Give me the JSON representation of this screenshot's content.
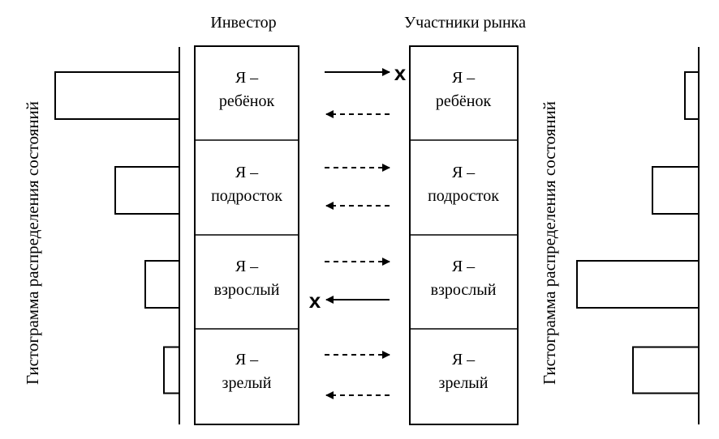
{
  "headers": {
    "investor": "Инвестор",
    "market": "Участники рынка"
  },
  "histogram_label_left": "Гистограмма распределения состояний",
  "histogram_label_right": "Гистограмма распределения состояний",
  "states": [
    {
      "line1": "Я –",
      "line2": "ребёнок"
    },
    {
      "line1": "Я –",
      "line2": "подросток"
    },
    {
      "line1": "Я –",
      "line2": "взрослый"
    },
    {
      "line1": "Я –",
      "line2": "зрелый"
    }
  ],
  "arrows": [
    {
      "right": "solid-blocked",
      "left": "dashed"
    },
    {
      "right": "dashed",
      "left": "dashed"
    },
    {
      "right": "dashed",
      "left": "solid-blocked"
    },
    {
      "right": "dashed",
      "left": "dashed"
    }
  ],
  "blocked_marker": "x",
  "histogram_left_values": [
    153,
    79,
    42,
    19
  ],
  "histogram_right_values": [
    17,
    57,
    150,
    81
  ]
}
